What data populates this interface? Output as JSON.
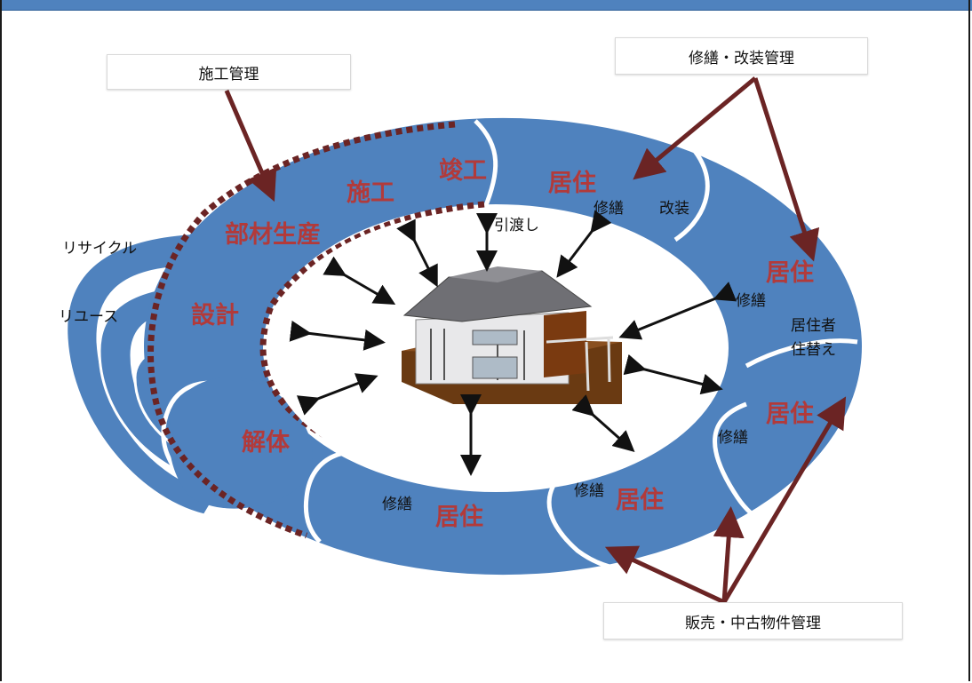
{
  "callouts": {
    "construction_mgmt": "施工管理",
    "repair_renovation_mgmt": "修繕・改装管理",
    "sales_used_mgmt": "販売・中古物件管理"
  },
  "loops": {
    "recycle": "リサイクル",
    "reuse": "リユース"
  },
  "stages": {
    "completion": "竣工",
    "construction": "施工",
    "parts_production": "部材生産",
    "design": "設計",
    "demolition": "解体",
    "residence_top": "居住",
    "residence_right_upper": "居住",
    "residence_right_lower": "居住",
    "residence_bottom_right": "居住",
    "residence_bottom": "居住"
  },
  "sublabels": {
    "handover": "引渡し",
    "repair_top": "修繕",
    "renovation_top": "改装",
    "repair_right_upper": "修繕",
    "resident": "居住者",
    "move": "住替え",
    "repair_right_lower": "修繕",
    "repair_bottom_right": "修繕",
    "repair_bottom": "修繕"
  },
  "colors": {
    "ring": "#4f82be",
    "stage_text": "#b23a3a",
    "callout_arrow": "#6b2424",
    "dotted": "#6b2424"
  },
  "icons": {
    "center": "house-icon"
  }
}
